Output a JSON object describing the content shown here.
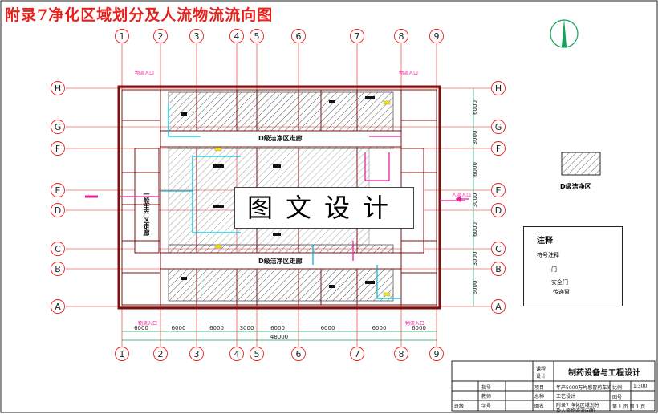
{
  "title": "附录7净化区域划分及人流物流流向图",
  "watermark": "图文设计",
  "axes_numbers": [
    "1",
    "2",
    "3",
    "4",
    "5",
    "6",
    "7",
    "8",
    "9"
  ],
  "axes_letters": [
    "H",
    "G",
    "F",
    "E",
    "D",
    "C",
    "B",
    "A"
  ],
  "labels": {
    "corridor_top": "D级洁净区走廊",
    "corridor_bottom": "D级洁净区走廊",
    "general_corridor": "一般生产区走廊",
    "goods_entry_top": "物流入口",
    "goods_entry_bottom": "物流入口",
    "person_entry_right": "人流入口"
  },
  "dimensions_bottom": [
    "6000",
    "6000",
    "6000",
    "3000",
    "6000",
    "6000",
    "6000",
    "6000"
  ],
  "dimension_total": "48000",
  "dimensions_right": [
    "6000",
    "3000",
    "6000",
    "3000",
    "6000",
    "3000",
    "6000"
  ],
  "legend": {
    "d_zone": "D级洁净区",
    "heading": "注释",
    "entry_label": "符号注释",
    "door": "门",
    "safety_door": "安全门",
    "pass_window": "传递窗"
  },
  "title_block": {
    "project_name": "制药设备与工程设计",
    "design_label1": "课程",
    "design_label2": "设计",
    "left_labels": [
      "指导",
      "教师"
    ],
    "left_labels2": [
      "项目",
      "总称"
    ],
    "row_labels": [
      "班级",
      "学号"
    ],
    "drawing_label": "图名",
    "desc1": "年产5000万片感冒药车间",
    "desc2": "工艺设计",
    "desc3": "附录7 净化区域划分",
    "desc4": "及人流物流流向图",
    "scale_label": "比例",
    "scale_value": "1:300",
    "sheet_label": "图号",
    "sheet_value": "第 1 页  第 1 页"
  },
  "colors": {
    "title": "#e8201c",
    "grid_line": "#e8201c",
    "wall": "#7a1212",
    "person_flow": "#00bcd4",
    "goods_flow": "#e91e9b",
    "pass_window": "#f5e600",
    "north_arrow": "#13a35b"
  }
}
